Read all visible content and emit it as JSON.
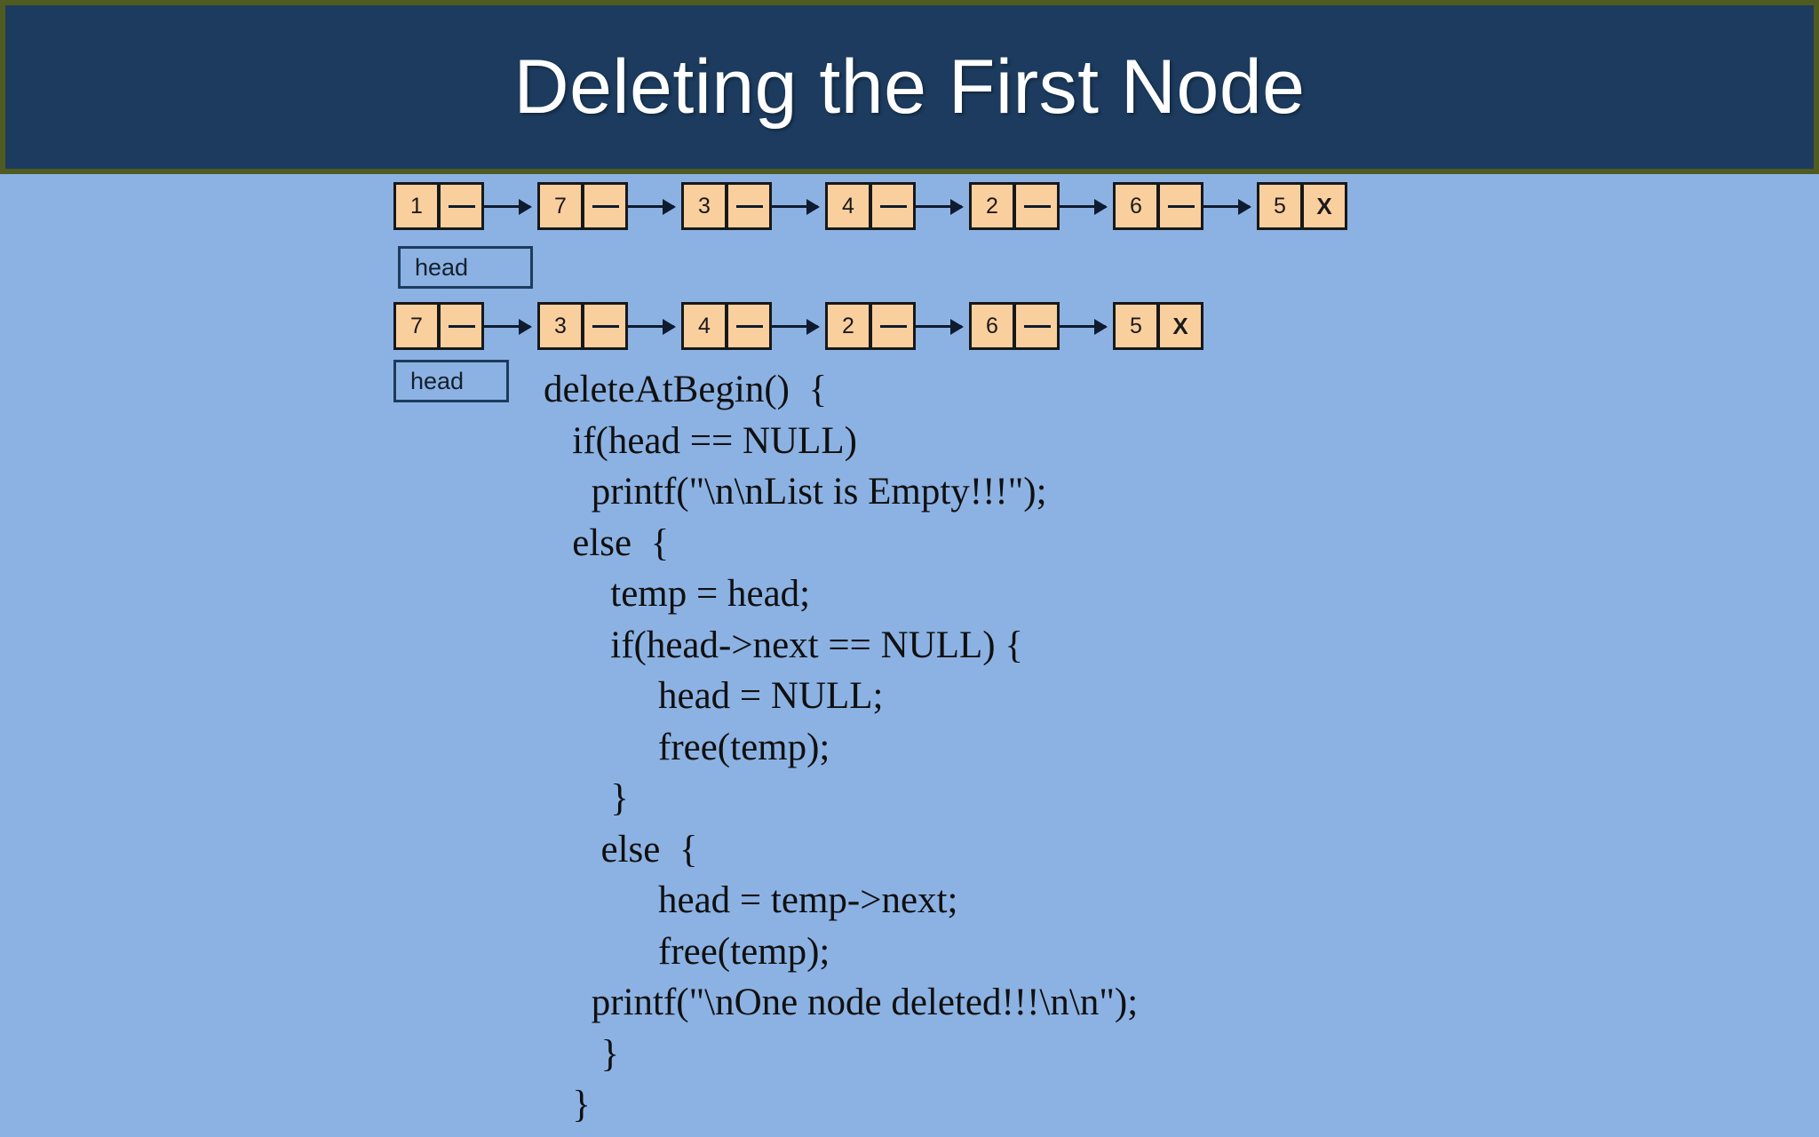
{
  "slide": {
    "title": "Deleting the First Node",
    "background_color": "#8CB2E3",
    "title_bar_color": "#1C3B5E",
    "title_bar_border_color": "#4F5B20",
    "title_text_color": "#FFFFFF",
    "node_fill_color": "#FACF9E",
    "node_border_color": "#17181A",
    "head_box_border_color": "#1C3B5E"
  },
  "diagram": {
    "lists": [
      {
        "name": "before-deletion",
        "head_label": "head",
        "nodes": [
          {
            "value": "1",
            "next": "arrow"
          },
          {
            "value": "7",
            "next": "arrow"
          },
          {
            "value": "3",
            "next": "arrow"
          },
          {
            "value": "4",
            "next": "arrow"
          },
          {
            "value": "2",
            "next": "arrow"
          },
          {
            "value": "6",
            "next": "arrow"
          },
          {
            "value": "5",
            "next": "X"
          }
        ]
      },
      {
        "name": "after-deletion",
        "head_label": "head",
        "nodes": [
          {
            "value": "7",
            "next": "arrow"
          },
          {
            "value": "3",
            "next": "arrow"
          },
          {
            "value": "4",
            "next": "arrow"
          },
          {
            "value": "2",
            "next": "arrow"
          },
          {
            "value": "6",
            "next": "arrow"
          },
          {
            "value": "5",
            "next": "X"
          }
        ]
      }
    ]
  },
  "code": {
    "lines": [
      "deleteAtBegin()  {",
      "   if(head == NULL)",
      "     printf(\"\\n\\nList is Empty!!!\");",
      "   else  {",
      "       temp = head;",
      "       if(head->next == NULL) {",
      "            head = NULL;",
      "            free(temp);",
      "       }",
      "      else  {",
      "            head = temp->next;",
      "            free(temp);",
      "     printf(\"\\nOne node deleted!!!\\n\\n\");",
      "      }",
      "   }"
    ]
  }
}
